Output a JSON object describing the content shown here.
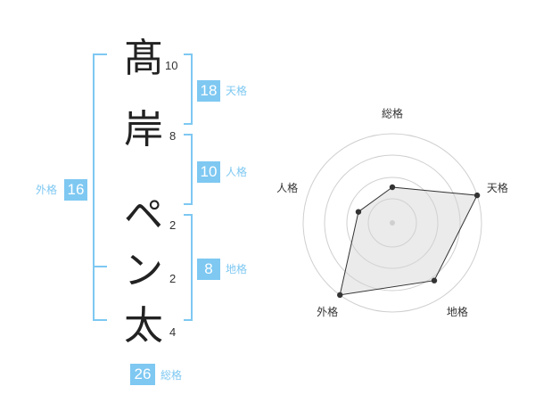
{
  "name": {
    "chars": [
      "髙",
      "岸",
      "ペ",
      "ン",
      "太"
    ],
    "strokes": [
      "10",
      "8",
      "2",
      "2",
      "4"
    ]
  },
  "kaku": {
    "tenkaku": {
      "value": "18",
      "label": "天格"
    },
    "jinkaku": {
      "value": "10",
      "label": "人格"
    },
    "chikaku": {
      "value": "8",
      "label": "地格"
    },
    "gaikaku": {
      "value": "16",
      "label": "外格"
    },
    "soukaku": {
      "value": "26",
      "label": "総格"
    }
  },
  "colors": {
    "accent": "#7ec8f2",
    "text": "#222222"
  },
  "chart_data": {
    "type": "radar",
    "axes": [
      "総格",
      "天格",
      "地格",
      "外格",
      "人格"
    ],
    "values": [
      0.4,
      1.0,
      0.8,
      1.0,
      0.4
    ],
    "max": 1.0,
    "rings": 4,
    "grid": true
  }
}
